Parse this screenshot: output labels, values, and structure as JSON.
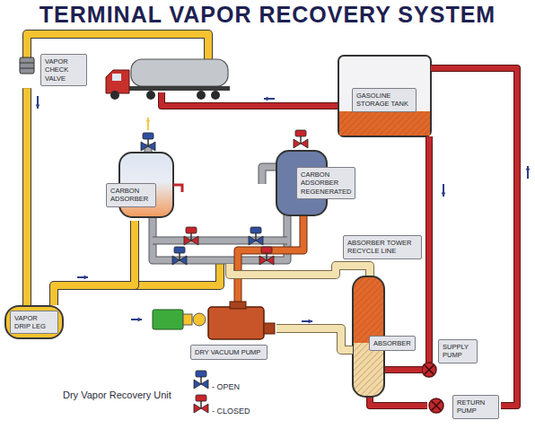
{
  "diagram": {
    "title": "TERMINAL VAPOR RECOVERY SYSTEM",
    "nodes": [
      {
        "text": [
          "VAPOR CHECK VALVE"
        ]
      },
      {
        "text": [
          "GASOLINE STORAGE TANK"
        ]
      },
      {
        "text": [
          "CARBON ADSORBER"
        ]
      },
      {
        "text": [
          "CARBON ADSORBER REGENERATED"
        ]
      },
      {
        "text": [
          "ABSORBER TOWER RECYCLE LINE"
        ]
      },
      {
        "text": [
          "VAPOR DRIP LEG"
        ]
      },
      {
        "text": [
          "DRY VACUUM PUMP"
        ]
      },
      {
        "text": [
          "ABSORBER"
        ]
      },
      {
        "text": [
          "SUPPLY PUMP"
        ]
      },
      {
        "text": [
          "RETURN PUMP"
        ]
      }
    ],
    "edges": [
      {
        "from": 0,
        "to": 5,
        "arrow": "none"
      },
      {
        "from": 5,
        "to": 2,
        "arrow": "none"
      },
      {
        "from": 6,
        "to": 7,
        "arrow": "none"
      },
      {
        "from": 1,
        "to": 8,
        "arrow": "none"
      },
      {
        "from": 8,
        "to": 7,
        "arrow": "none"
      },
      {
        "from": 7,
        "to": 9,
        "arrow": "none"
      },
      {
        "from": 9,
        "to": 1,
        "arrow": "none"
      }
    ],
    "labels": [
      "Dry Vapor Recovery Unit"
    ],
    "legend": [
      {
        "text": "- OPEN"
      },
      {
        "text": "- CLOSED"
      }
    ]
  }
}
